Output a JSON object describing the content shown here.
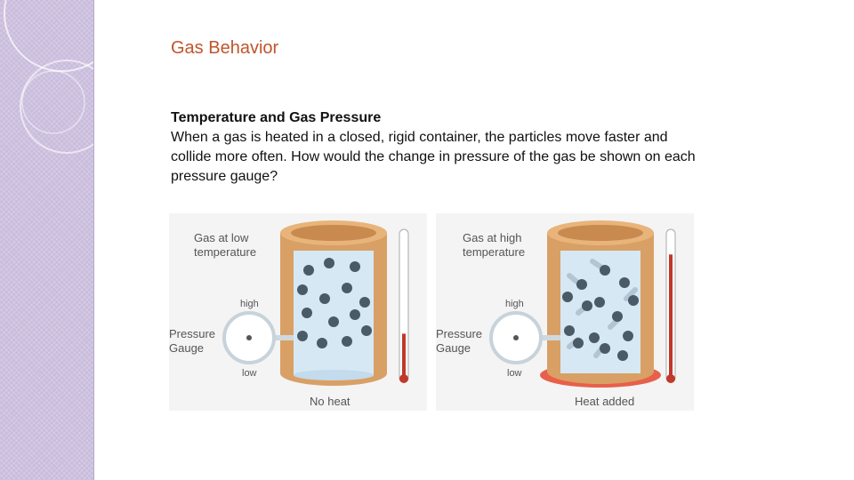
{
  "slide": {
    "title": "Gas Behavior",
    "subheading": "Temperature and Gas Pressure",
    "paragraph": "When a gas is heated in a closed, rigid container, the particles move faster and collide more often. How would the change in pressure of the gas be shown on each pressure gauge?"
  },
  "figure": {
    "panels": [
      {
        "gas_label": "Gas at low\ntemperature",
        "gauge_label": "Pressure\nGauge",
        "gauge_high": "high",
        "gauge_low": "low",
        "caption": "No heat",
        "thermometer_level": 0.3,
        "heated": false
      },
      {
        "gas_label": "Gas at high\ntemperature",
        "gauge_label": "Pressure\nGauge",
        "gauge_high": "high",
        "gauge_low": "low",
        "caption": "Heat added",
        "thermometer_level": 0.85,
        "heated": true
      }
    ]
  },
  "colors": {
    "title": "#c0552b",
    "sidebar": "#c9bcdc",
    "container": "#d9a066",
    "particle": "#4a5a66",
    "thermometer_fluid": "#c0392b",
    "heat_plate": "#e8604a"
  }
}
